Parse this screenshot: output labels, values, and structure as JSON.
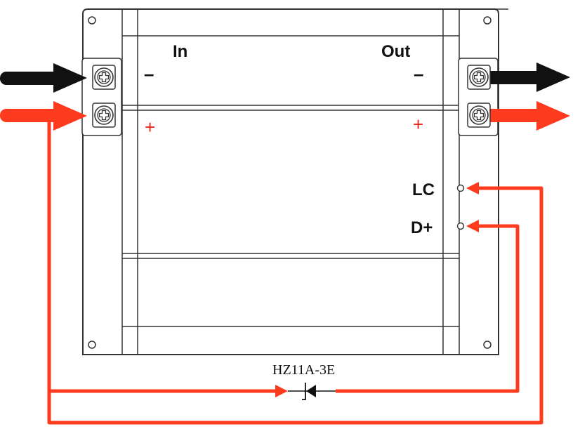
{
  "labels": {
    "in": "In",
    "out": "Out",
    "in_minus": "–",
    "in_plus": "+",
    "out_minus": "–",
    "out_plus": "+",
    "lc": "LC",
    "dplus": "D+",
    "diode": "HZ11A-3E"
  },
  "icons": {
    "terminal": "screw-terminal-icon",
    "mount_hole": "mounting-hole-icon",
    "diode": "zener-diode-icon",
    "arrow": "arrow-icon"
  },
  "colors": {
    "wire_red": "#ff3b1f",
    "wire_black": "#111111",
    "outline": "#333333",
    "plus_red": "#e8261a"
  }
}
